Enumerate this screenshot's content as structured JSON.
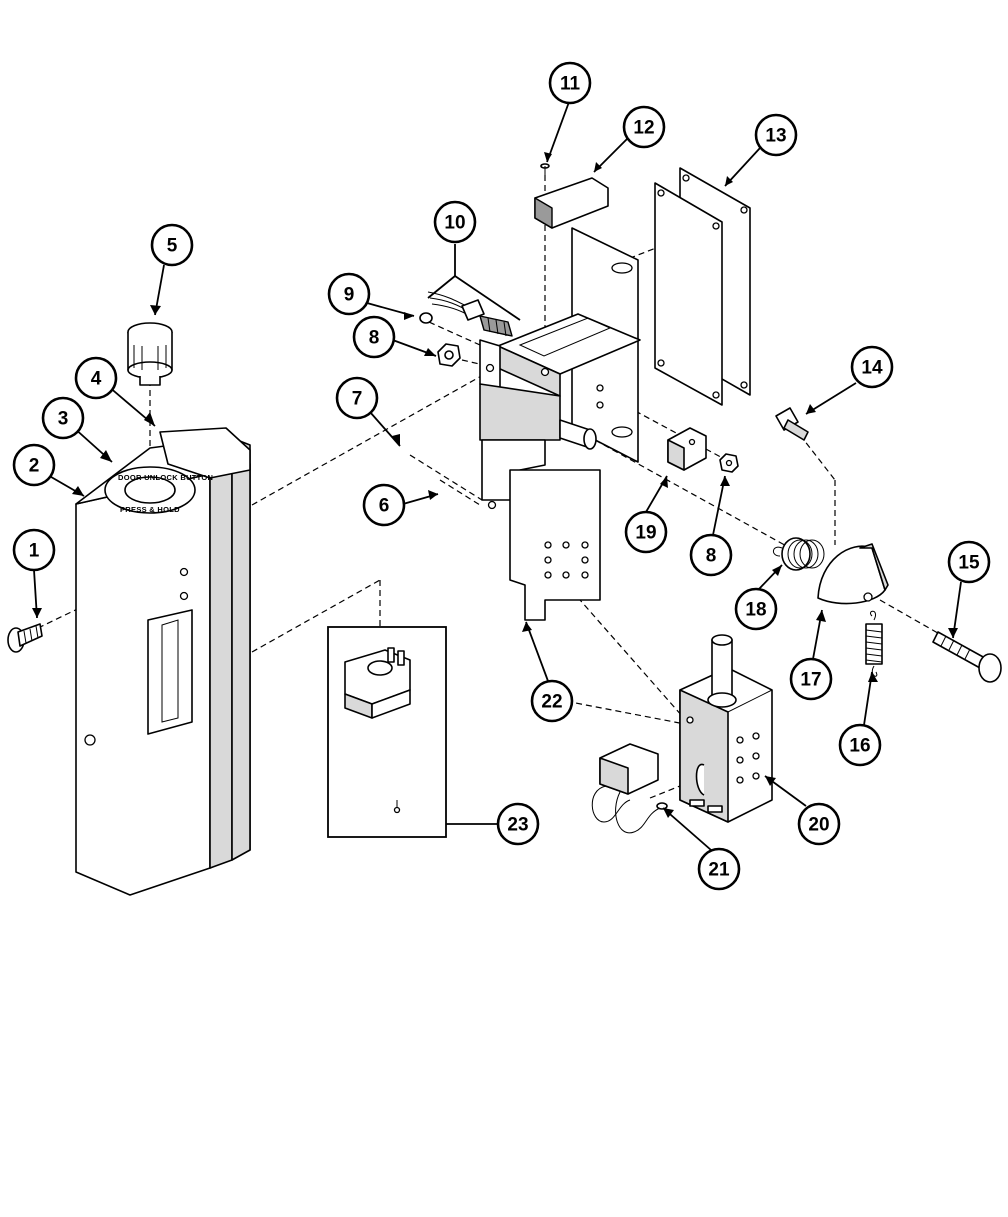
{
  "diagram": {
    "button_label_top": "DOOR UNLOCK BUTTON",
    "button_label_bottom": "PRESS & HOLD",
    "callouts": [
      {
        "id": "c1",
        "label": "1"
      },
      {
        "id": "c2",
        "label": "2"
      },
      {
        "id": "c3",
        "label": "3"
      },
      {
        "id": "c4",
        "label": "4"
      },
      {
        "id": "c5",
        "label": "5"
      },
      {
        "id": "c6",
        "label": "6"
      },
      {
        "id": "c7",
        "label": "7"
      },
      {
        "id": "c8a",
        "label": "8"
      },
      {
        "id": "c8b",
        "label": "8"
      },
      {
        "id": "c9",
        "label": "9"
      },
      {
        "id": "c10",
        "label": "10"
      },
      {
        "id": "c11",
        "label": "11"
      },
      {
        "id": "c12",
        "label": "12"
      },
      {
        "id": "c13",
        "label": "13"
      },
      {
        "id": "c14",
        "label": "14"
      },
      {
        "id": "c15",
        "label": "15"
      },
      {
        "id": "c16",
        "label": "16"
      },
      {
        "id": "c17",
        "label": "17"
      },
      {
        "id": "c18",
        "label": "18"
      },
      {
        "id": "c19",
        "label": "19"
      },
      {
        "id": "c20",
        "label": "20"
      },
      {
        "id": "c21",
        "label": "21"
      },
      {
        "id": "c22",
        "label": "22"
      },
      {
        "id": "c23",
        "label": "23"
      }
    ]
  }
}
